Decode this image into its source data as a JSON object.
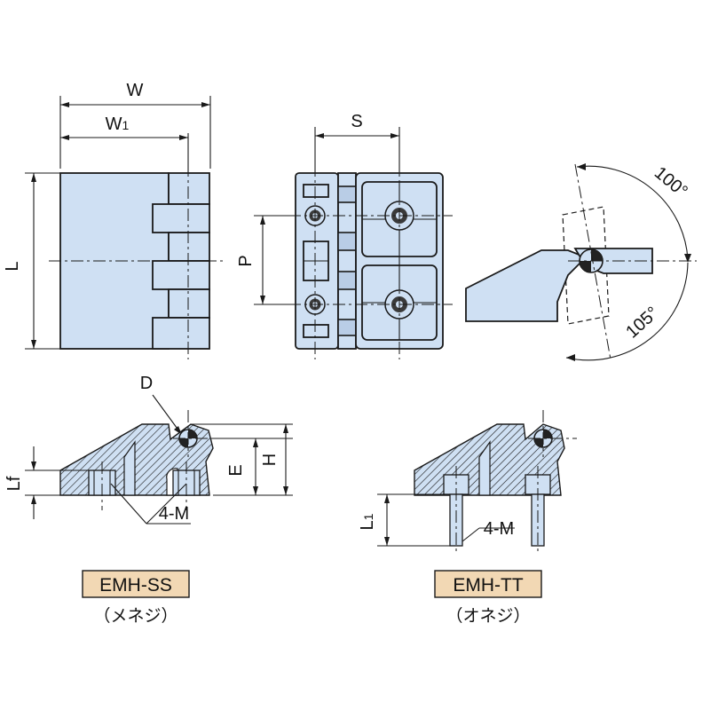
{
  "dimensions": {
    "W": "W",
    "W1_main": "W",
    "W1_sub": "1",
    "L": "L",
    "S": "S",
    "P": "P",
    "D": "D",
    "E": "E",
    "H": "H",
    "Lf": "Lf",
    "L1_main": "L",
    "L1_sub": "1",
    "thread_ss": "4-M",
    "thread_tt": "4-M"
  },
  "angles": {
    "open": "100°",
    "close": "105°"
  },
  "variants": [
    {
      "code": "EMH-SS",
      "subtitle": "（メネジ）"
    },
    {
      "code": "EMH-TT",
      "subtitle": "（オネジ）"
    }
  ],
  "colors": {
    "body": "#cfe0f3",
    "label_bg": "#f2d8b4"
  }
}
